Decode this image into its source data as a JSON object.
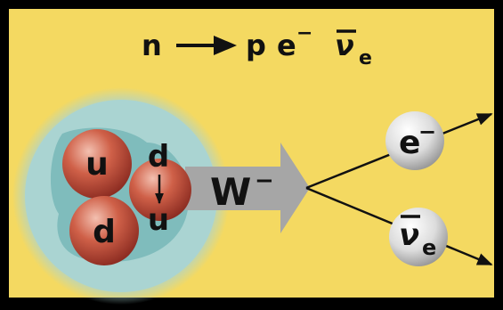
{
  "equation": {
    "n": "n",
    "p": "p",
    "e": "e",
    "e_charge": "−",
    "nu": "ν",
    "nu_sub": "e"
  },
  "nucleon": {
    "quark_top": "u",
    "quark_bottom": "d",
    "quark_changing_from": "d",
    "quark_changing_to": "u"
  },
  "boson": {
    "label": "W",
    "charge": "−"
  },
  "products": {
    "electron_label": "e",
    "electron_charge": "−",
    "antineutrino_label": "ν",
    "antineutrino_sub": "e"
  },
  "colors": {
    "background": "#f4d961",
    "border": "#000000",
    "nucleon_outer": "#aad4d2",
    "nucleon_inner": "#7fbcbc",
    "quark": "#c24d3d",
    "arrow": "#a6a6a6",
    "lepton_sphere": "#e4e4e4",
    "text": "#111111"
  }
}
